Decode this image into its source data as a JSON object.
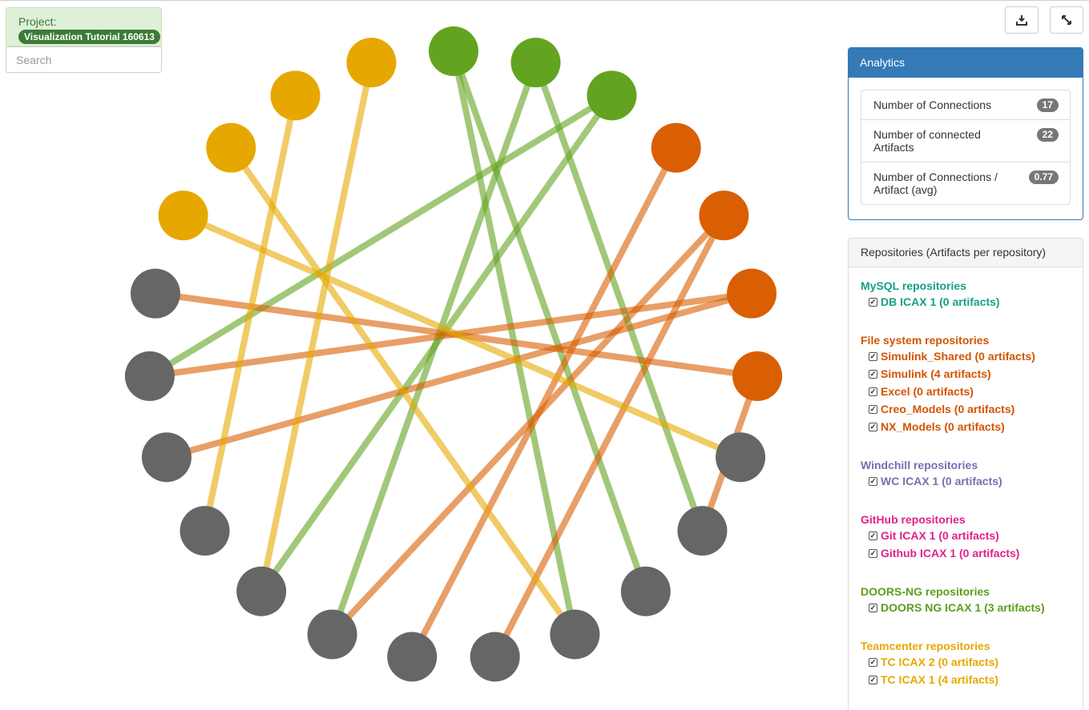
{
  "project": {
    "label": "Project:",
    "name": "Visualization Tutorial 160613"
  },
  "search": {
    "placeholder": "Search"
  },
  "toolbar": {
    "download_icon": "download-icon",
    "fullscreen_icon": "expand-icon"
  },
  "analytics": {
    "title": "Analytics",
    "stats": [
      {
        "label": "Number of Connections",
        "value": "17"
      },
      {
        "label": "Number of connected Artifacts",
        "value": "22"
      },
      {
        "label": "Number of Connections / Artifact (avg)",
        "value": "0.77"
      }
    ]
  },
  "repositories": {
    "title": "Repositories (Artifacts per repository)",
    "groups": [
      {
        "title": "MySQL repositories",
        "color": "#16a085",
        "items": [
          "DB ICAX 1 (0 artifacts)"
        ]
      },
      {
        "title": "File system repositories",
        "color": "#d35400",
        "items": [
          "Simulink_Shared (0 artifacts)",
          "Simulink (4 artifacts)",
          "Excel (0 artifacts)",
          "Creo_Models (0 artifacts)",
          "NX_Models (0 artifacts)"
        ]
      },
      {
        "title": "Windchill repositories",
        "color": "#7a6db0",
        "items": [
          "WC ICAX 1 (0 artifacts)"
        ]
      },
      {
        "title": "GitHub repositories",
        "color": "#e0218a",
        "items": [
          "Git ICAX 1 (0 artifacts)",
          "Github ICAX 1 (0 artifacts)"
        ]
      },
      {
        "title": "DOORS-NG repositories",
        "color": "#5b9e1c",
        "items": [
          "DOORS NG ICAX 1 (3 artifacts)"
        ]
      },
      {
        "title": "Teamcenter repositories",
        "color": "#e6a800",
        "items": [
          "TC ICAX 2 (0 artifacts)",
          "TC ICAX 1 (4 artifacts)"
        ]
      }
    ]
  },
  "graph": {
    "colors": {
      "teamcenter": "#e6a800",
      "doors": "#62a420",
      "filesystem": "#d95f02",
      "unlinked": "#666666"
    },
    "nodes": [
      {
        "id": 0,
        "group": "doors"
      },
      {
        "id": 1,
        "group": "doors"
      },
      {
        "id": 2,
        "group": "doors"
      },
      {
        "id": 3,
        "group": "filesystem"
      },
      {
        "id": 4,
        "group": "filesystem"
      },
      {
        "id": 5,
        "group": "filesystem"
      },
      {
        "id": 6,
        "group": "filesystem"
      },
      {
        "id": 7,
        "group": "unlinked"
      },
      {
        "id": 8,
        "group": "unlinked"
      },
      {
        "id": 9,
        "group": "unlinked"
      },
      {
        "id": 10,
        "group": "unlinked"
      },
      {
        "id": 11,
        "group": "unlinked"
      },
      {
        "id": 12,
        "group": "unlinked"
      },
      {
        "id": 13,
        "group": "unlinked"
      },
      {
        "id": 14,
        "group": "unlinked"
      },
      {
        "id": 15,
        "group": "unlinked"
      },
      {
        "id": 16,
        "group": "unlinked"
      },
      {
        "id": 17,
        "group": "unlinked"
      },
      {
        "id": 18,
        "group": "unlinked"
      },
      {
        "id": 19,
        "group": "teamcenter"
      },
      {
        "id": 20,
        "group": "teamcenter"
      },
      {
        "id": 21,
        "group": "teamcenter"
      },
      {
        "id": 22,
        "group": "teamcenter"
      }
    ],
    "edges": [
      {
        "source": 0,
        "target": 9,
        "group": "doors"
      },
      {
        "source": 0,
        "target": 10,
        "group": "doors"
      },
      {
        "source": 1,
        "target": 13,
        "group": "doors"
      },
      {
        "source": 1,
        "target": 8,
        "group": "doors"
      },
      {
        "source": 2,
        "target": 17,
        "group": "doors"
      },
      {
        "source": 2,
        "target": 14,
        "group": "doors"
      },
      {
        "source": 3,
        "target": 12,
        "group": "filesystem"
      },
      {
        "source": 4,
        "target": 13,
        "group": "filesystem"
      },
      {
        "source": 4,
        "target": 11,
        "group": "filesystem"
      },
      {
        "source": 5,
        "target": 17,
        "group": "filesystem"
      },
      {
        "source": 5,
        "target": 16,
        "group": "filesystem"
      },
      {
        "source": 6,
        "target": 18,
        "group": "filesystem"
      },
      {
        "source": 6,
        "target": 8,
        "group": "filesystem"
      },
      {
        "source": 19,
        "target": 7,
        "group": "teamcenter"
      },
      {
        "source": 20,
        "target": 10,
        "group": "teamcenter"
      },
      {
        "source": 21,
        "target": 15,
        "group": "teamcenter"
      },
      {
        "source": 22,
        "target": 14,
        "group": "teamcenter"
      }
    ]
  }
}
